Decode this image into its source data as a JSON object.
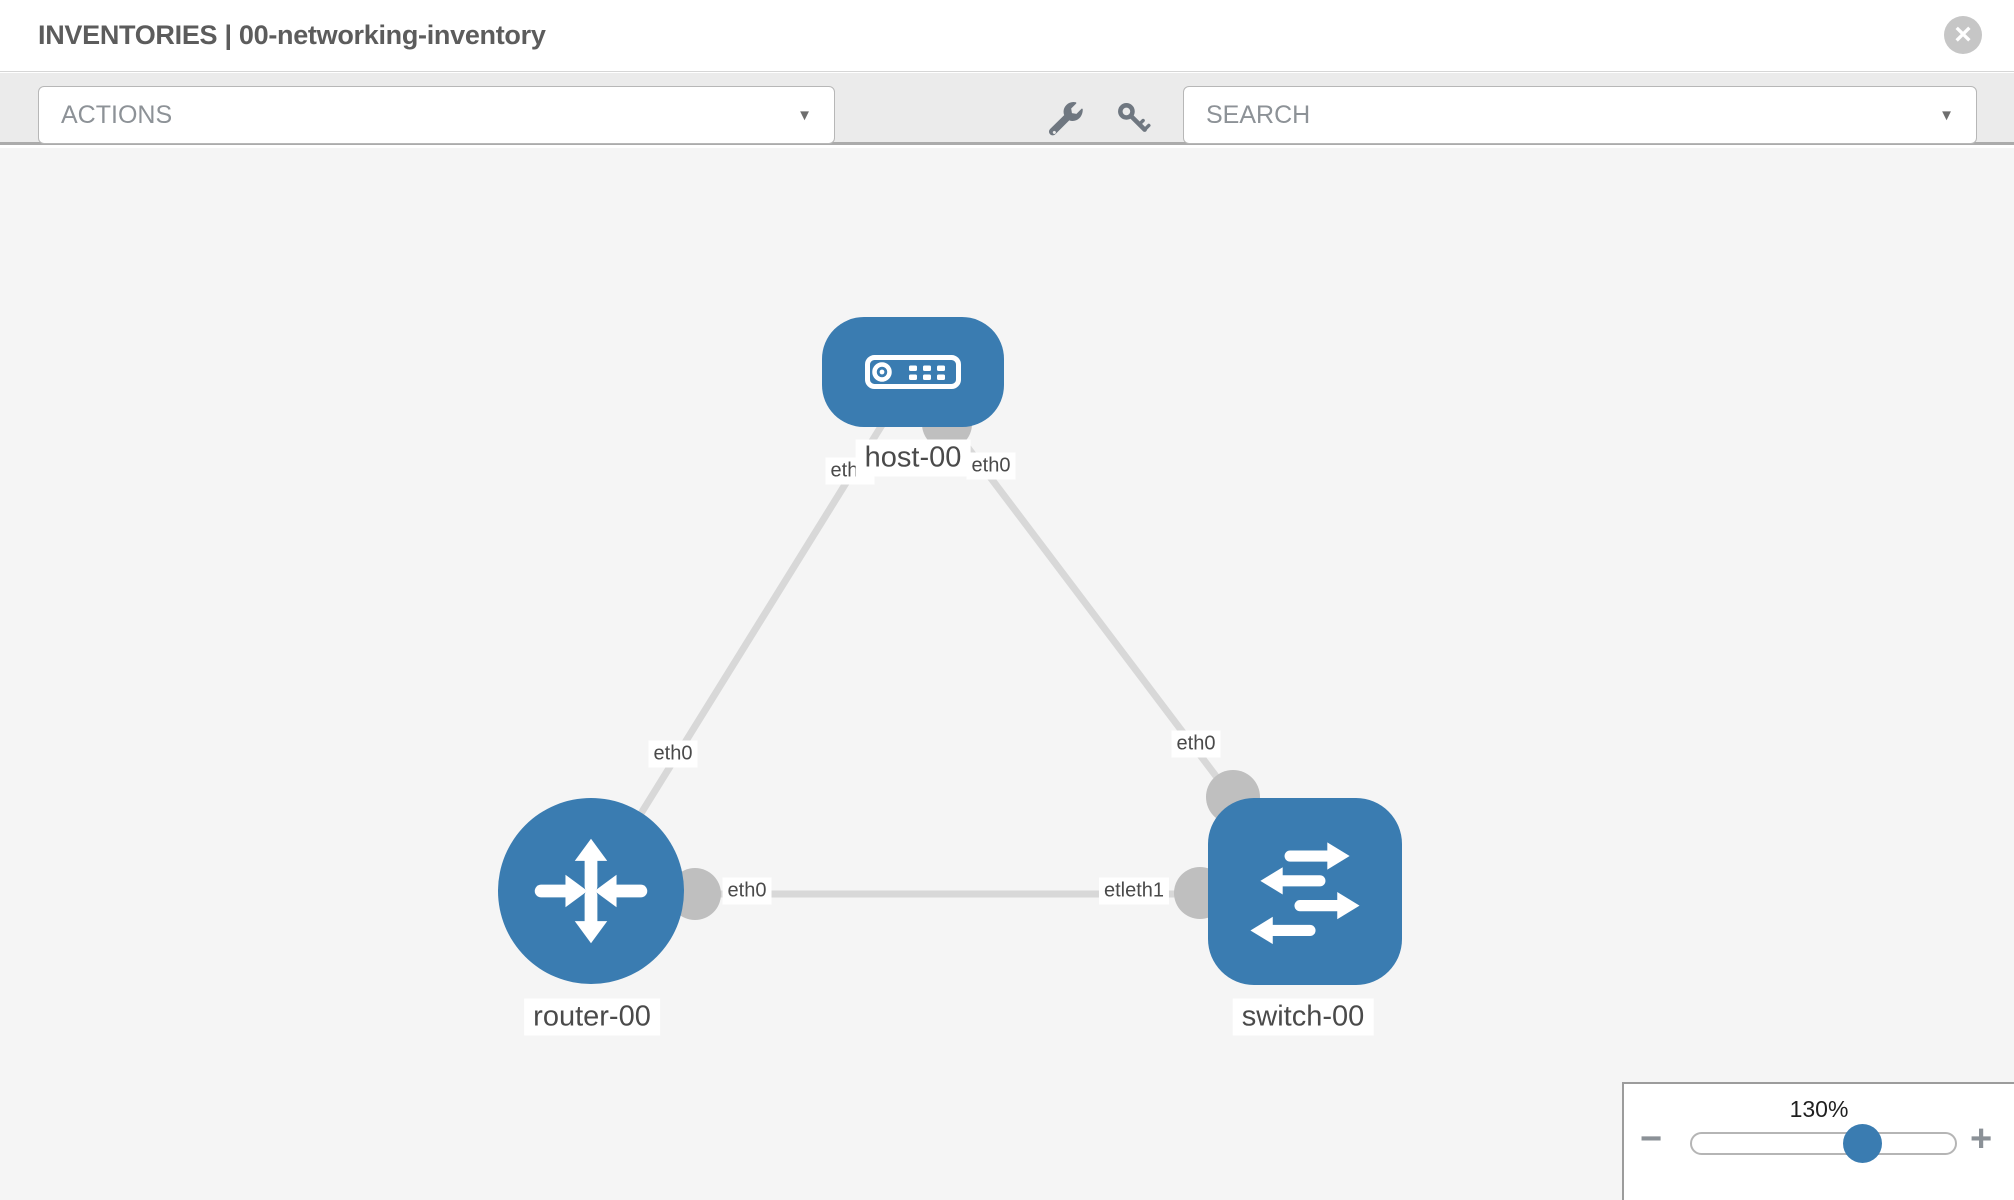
{
  "header": {
    "title": "INVENTORIES | 00-networking-inventory",
    "close_icon": "×"
  },
  "toolbar": {
    "actions_placeholder": "ACTIONS",
    "search_placeholder": "SEARCH",
    "caret": "▼",
    "icons": [
      "wrench-icon",
      "key-icon"
    ]
  },
  "colors": {
    "node_blue": "#3a7cb1",
    "link_gray": "#d8d8d8",
    "port_gray": "#bfbfbf",
    "canvas_bg": "#f5f5f5",
    "toolbar_bg": "#ebebeb"
  },
  "topology": {
    "nodes": [
      {
        "id": "host-00",
        "type": "host",
        "label": "host-00"
      },
      {
        "id": "router-00",
        "type": "router",
        "label": "router-00"
      },
      {
        "id": "switch-00",
        "type": "switch",
        "label": "switch-00"
      }
    ],
    "links": [
      {
        "from": "router-00",
        "to": "host-00"
      },
      {
        "from": "switch-00",
        "to": "host-00"
      },
      {
        "from": "router-00",
        "to": "switch-00"
      }
    ],
    "edge_labels": {
      "router_host_near_router": "eth0",
      "router_host_near_host": "eth0",
      "switch_host_near_host": "eth0",
      "switch_host_near_switch": "eth0",
      "router_switch_near_router": "eth0",
      "router_switch_near_switch": "etleth1"
    }
  },
  "zoom_control": {
    "level": "130%",
    "minus": "−",
    "plus": "+"
  }
}
